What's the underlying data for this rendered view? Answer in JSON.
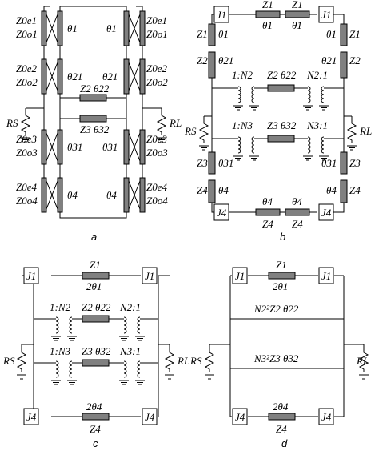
{
  "panels": {
    "a": {
      "caption": "a",
      "labels": {
        "z_pair_1": [
          "Z0e1",
          "Z0o1"
        ],
        "z_pair_2": [
          "Z0e2",
          "Z0o2"
        ],
        "z_pair_3": [
          "Z0e3",
          "Z0o3"
        ],
        "z_pair_4": [
          "Z0e4",
          "Z0o4"
        ],
        "theta_1": "θ1",
        "theta_21": "θ21",
        "theta_31": "θ31",
        "theta_4": "θ4",
        "z2_line": "Z2 θ22",
        "z3_line": "Z3 θ32",
        "rs": "RS",
        "rl": "RL"
      }
    },
    "b": {
      "caption": "b",
      "labels": {
        "j1": "J1",
        "j4": "J4",
        "z1": "Z1",
        "z2": "Z2",
        "z3": "Z3",
        "z4": "Z4",
        "theta_1": "θ1",
        "theta_21": "θ21",
        "theta_31": "θ31",
        "theta_4": "θ4",
        "z2_line": "Z2 θ22",
        "z3_line": "Z3 θ32",
        "n2_left": "1:N2",
        "n2_right": "N2:1",
        "n3_left": "1:N3",
        "n3_right": "N3:1",
        "rs": "RS",
        "rl": "RL"
      }
    },
    "c": {
      "caption": "c",
      "labels": {
        "j1": "J1",
        "j4": "J4",
        "z1": "Z1",
        "two_theta1": "2θ1",
        "z4": "Z4",
        "two_theta4": "2θ4",
        "z2_line": "Z2 θ22",
        "z3_line": "Z3 θ32",
        "n2_left": "1:N2",
        "n2_right": "N2:1",
        "n3_left": "1:N3",
        "n3_right": "N3:1",
        "rs": "RS",
        "rl": "RL"
      }
    },
    "d": {
      "caption": "d",
      "labels": {
        "j1": "J1",
        "j4": "J4",
        "z1": "Z1",
        "two_theta1": "2θ1",
        "z4": "Z4",
        "two_theta4": "2θ4",
        "n2z2": "N2²Z2  θ22",
        "n3z3": "N3²Z3  θ32",
        "rs": "RS",
        "rl": "RL"
      }
    }
  }
}
